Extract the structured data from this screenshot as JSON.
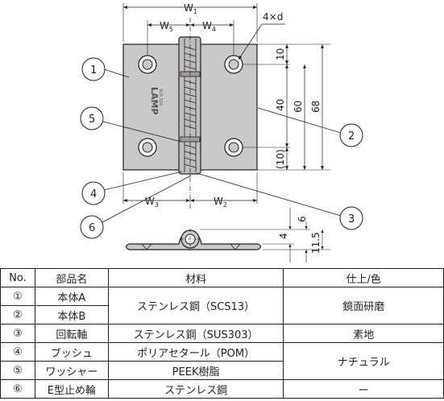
{
  "drawing": {
    "dimensions": {
      "w1": "W",
      "w1_sub": "1",
      "w5": "W",
      "w5_sub": "5",
      "w4": "W",
      "w4_sub": "4",
      "w3": "W",
      "w3_sub": "3",
      "w2": "W",
      "w2_sub": "2",
      "holes": "4×d",
      "d10": "10",
      "d40": "40",
      "d60": "60",
      "d68": "68",
      "d10p": "(10)",
      "d6": "6",
      "d4": "4",
      "d115": "11.5"
    },
    "callouts": [
      "1",
      "2",
      "3",
      "4",
      "5",
      "6"
    ],
    "engraving": [
      "LAMP",
      "SUS 316"
    ]
  },
  "table": {
    "headers": {
      "no": "No.",
      "part": "部品名",
      "material": "材料",
      "finish": "仕上/色"
    },
    "rows": [
      {
        "no": "①",
        "part": "本体A"
      },
      {
        "no": "②",
        "part": "本体B"
      },
      {
        "no": "③",
        "part": "回転軸"
      },
      {
        "no": "④",
        "part": "ブッシュ"
      },
      {
        "no": "⑤",
        "part": "ワッシャー"
      },
      {
        "no": "⑥",
        "part": "E型止め輪"
      }
    ],
    "materials": [
      "ステンレス鋼（SCS13）",
      "ステンレス鋼（SUS303）",
      "ポリアセタール（POM）",
      "PEEK樹脂",
      "ステンレス鋼"
    ],
    "finishes": [
      "鏡面研磨",
      "素地",
      "ナチュラル",
      "ー"
    ]
  }
}
